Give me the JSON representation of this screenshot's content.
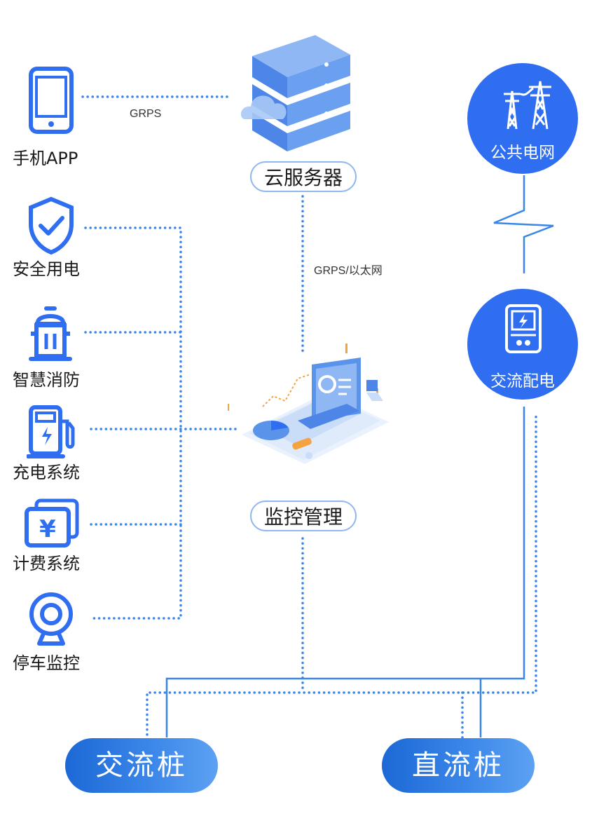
{
  "left_services": [
    {
      "label": "手机APP",
      "icon": "phone-icon"
    },
    {
      "label": "安全用电",
      "icon": "shield-check-icon"
    },
    {
      "label": "智慧消防",
      "icon": "fire-hydrant-icon"
    },
    {
      "label": "充电系统",
      "icon": "charging-station-icon"
    },
    {
      "label": "计费系统",
      "icon": "billing-icon"
    },
    {
      "label": "停车监控",
      "icon": "camera-icon"
    }
  ],
  "connections": {
    "phone_to_cloud": "GRPS",
    "cloud_to_monitor": "GRPS/以太网"
  },
  "center": {
    "cloud_server": "云服务器",
    "monitoring": "监控管理"
  },
  "grid": {
    "public_grid": "公共电网",
    "ac_distribution": "交流配电"
  },
  "piles": {
    "ac_pile": "交流桩",
    "dc_pile": "直流桩"
  },
  "colors": {
    "primary": "#2f6ef0",
    "line": "#3a86e8",
    "outline": "#8fb7ee"
  }
}
